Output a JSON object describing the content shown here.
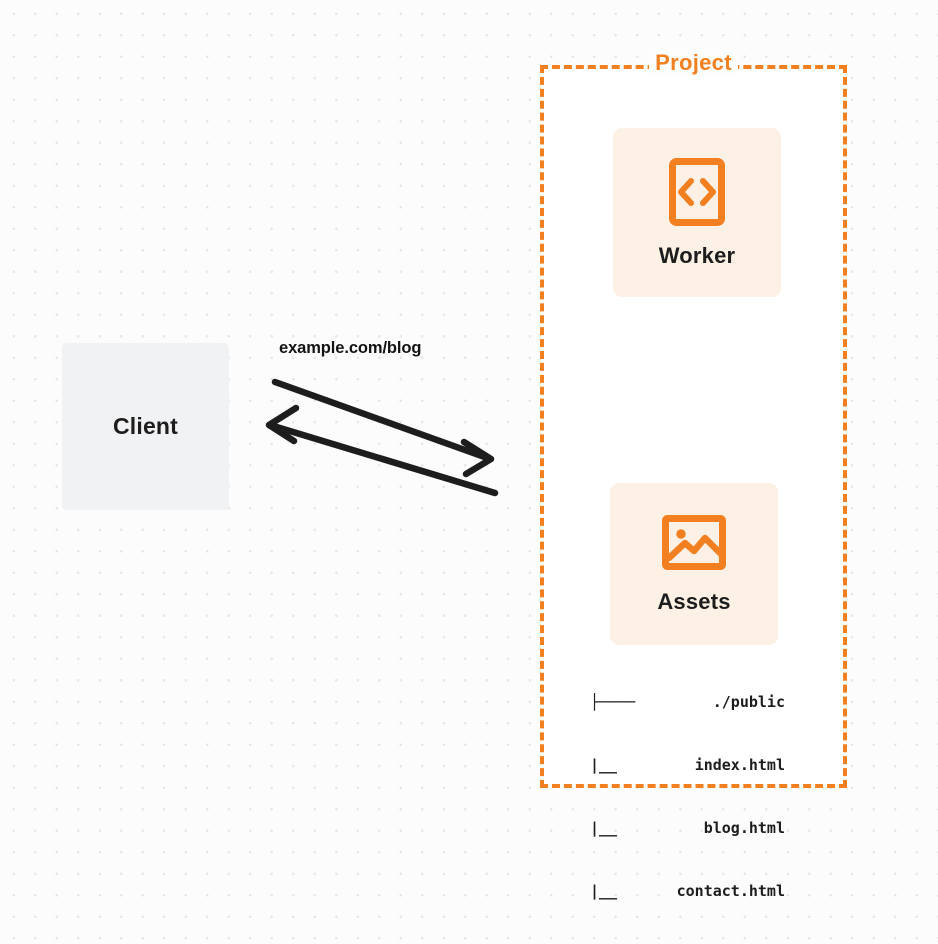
{
  "diagram": {
    "type": "architecture-flow",
    "client": {
      "label": "Client"
    },
    "connection": {
      "label": "example.com/blog",
      "request_direction": "client-to-project",
      "response_direction": "project-to-client"
    },
    "project": {
      "title": "Project",
      "border_color": "#f38020",
      "border_style": "dashed",
      "services": [
        {
          "label": "Worker",
          "icon": "code-brackets-icon",
          "fill_color": "#fdf1e6",
          "icon_color": "#f38020"
        },
        {
          "label": "Assets",
          "icon": "image-icon",
          "fill_color": "#fdf1e6",
          "icon_color": "#f38020"
        }
      ],
      "file_tree": {
        "rows": [
          {
            "branch": "├────",
            "name": "./public"
          },
          {
            "branch": "|__",
            "name": "index.html"
          },
          {
            "branch": "|__",
            "name": "blog.html"
          },
          {
            "branch": "|__",
            "name": "contact.html"
          }
        ]
      }
    },
    "colors": {
      "accent": "#f38020",
      "card_fill": "#fdf1e6",
      "client_fill": "#f1f2f3",
      "text": "#1d1d1d",
      "background": "#fcfcfc",
      "grid_dot": "#e6e6e6"
    }
  }
}
